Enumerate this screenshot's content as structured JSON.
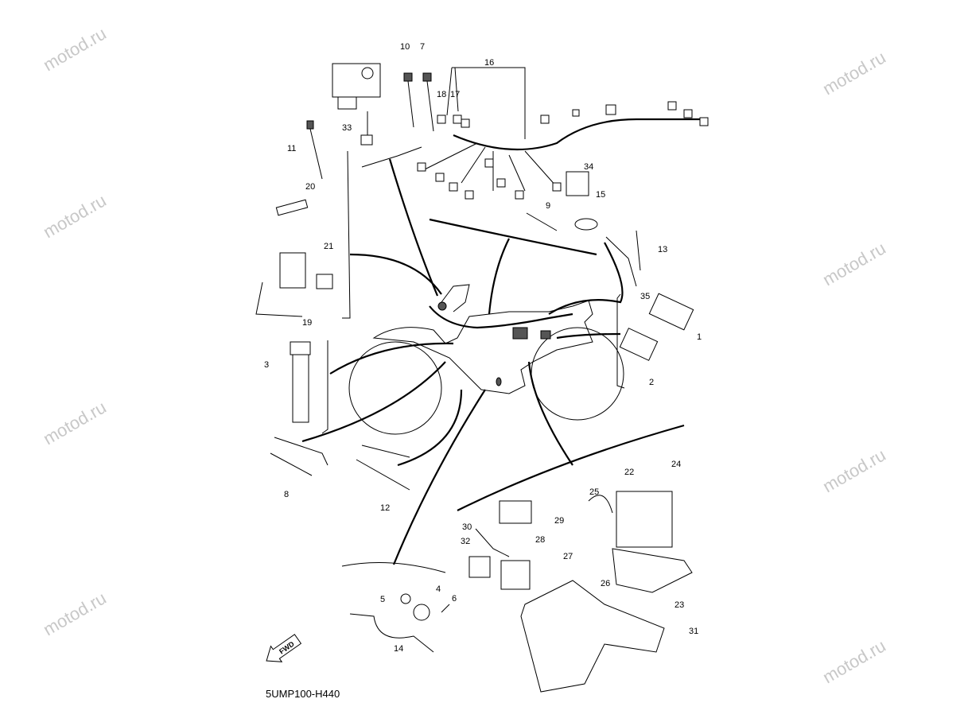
{
  "diagram": {
    "code": "5UMP100-H440",
    "fwd_label": "FWD",
    "watermark": "motod.ru",
    "callouts": [
      "1",
      "2",
      "3",
      "4",
      "5",
      "6",
      "7",
      "8",
      "9",
      "10",
      "11",
      "12",
      "13",
      "14",
      "15",
      "16",
      "17",
      "18",
      "19",
      "20",
      "21",
      "22",
      "23",
      "24",
      "25",
      "26",
      "27",
      "28",
      "29",
      "30",
      "31",
      "32",
      "33",
      "34",
      "35"
    ]
  }
}
